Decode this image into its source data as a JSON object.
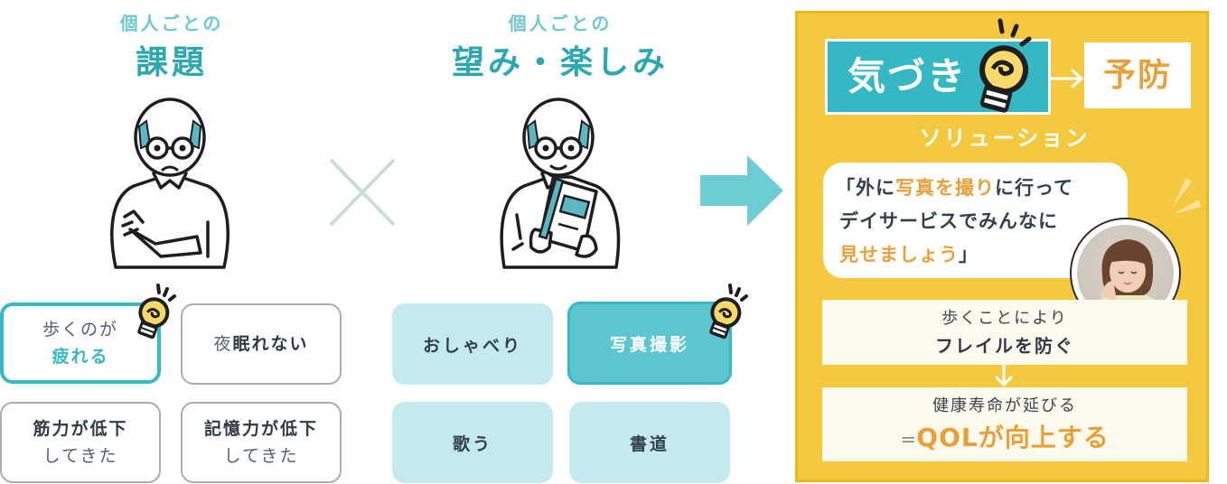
{
  "colors": {
    "teal_primary": "#38b8c2",
    "teal_light": "#6dc9d2",
    "teal_card_bg": "#c3eaec",
    "teal_card_active": "#5bc6cf",
    "yellow_panel": "#f4c940",
    "yellow_border": "#ebb71a",
    "orange_accent": "#e8a13a",
    "text_dark": "#33404d",
    "card_border_gray": "#a7adb0"
  },
  "issues_column": {
    "heading_sub": "個人ごとの",
    "heading_main": "課題",
    "illustration": "elderly-man-arms-crossed-worried",
    "cards": [
      {
        "line1": "歩くのが",
        "line2": "疲れる",
        "highlighted": true,
        "has_bulb": true
      },
      {
        "line1_light": "夜",
        "line1_bold": "眠れない",
        "highlighted": false
      },
      {
        "line1": "筋力が低下",
        "line2": "してきた",
        "highlighted": false
      },
      {
        "line1": "記憶力が低下",
        "line2": "してきた",
        "highlighted": false
      }
    ]
  },
  "operator_cross": "×",
  "hobbies_column": {
    "heading_sub": "個人ごとの",
    "heading_main": "望み・楽しみ",
    "illustration": "elderly-man-holding-photo-book-smiling",
    "cards": [
      {
        "label": "おしゃべり",
        "highlighted": false
      },
      {
        "label": "写真撮影",
        "highlighted": true,
        "has_bulb": true
      },
      {
        "label": "歌う",
        "highlighted": false
      },
      {
        "label": "書道",
        "highlighted": false
      }
    ]
  },
  "arrow": "right-arrow",
  "solution_panel": {
    "kizuki_label": "気づき",
    "yobou_label": "予防",
    "solution_label": "ソリューション",
    "speech": {
      "open_quote": "「",
      "line1_a": "外に",
      "line1_hl": "写真を撮り",
      "line1_b": "に行って",
      "line2": "デイサービスでみんなに",
      "line3_hl": "見せましょう",
      "close_quote": "」"
    },
    "avatar": "staff-woman-avatar",
    "result1": {
      "line1": "歩くことにより",
      "line2": "フレイルを防ぐ"
    },
    "result2": {
      "line1": "健康寿命が延びる",
      "eq": "＝",
      "line2": "QOLが向上する"
    }
  }
}
